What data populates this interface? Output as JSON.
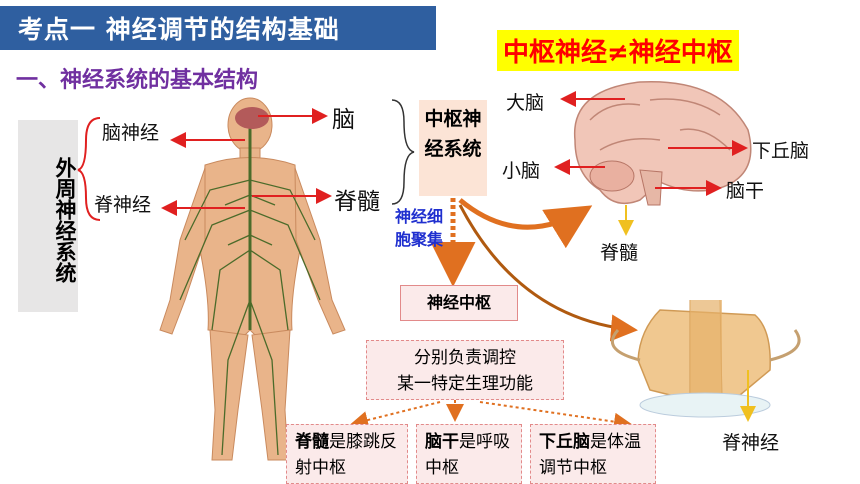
{
  "title": "考点一  神经调节的结构基础",
  "subtitle": "一、神经系统的基本结构",
  "banner": "中枢神经≠神经中枢",
  "peripheral_box": "外周神经系统",
  "body_labels": {
    "brain_nerve": "脑神经",
    "spinal_nerve": "脊神经",
    "brain": "脑",
    "spinal_cord": "脊髓"
  },
  "cns_box": "中枢神经系统",
  "neuron_cluster": "神经细胞聚集",
  "nerve_center": "神经中枢",
  "function_box": {
    "line1": "分别负责调控",
    "line2": "某一特定生理功能"
  },
  "examples": [
    {
      "bold": "脊髓",
      "rest": "是膝跳反射中枢"
    },
    {
      "bold": "脑干",
      "rest": "是呼吸中枢"
    },
    {
      "bold": "下丘脑",
      "rest": "是体温调节中枢"
    }
  ],
  "brain_labels": {
    "cerebrum": "大脑",
    "cerebellum": "小脑",
    "hypothalamus": "下丘脑",
    "brainstem": "脑干",
    "spinal_cord": "脊髓",
    "spinal_nerve": "脊神经"
  },
  "colors": {
    "title_bg": "#2f5fa0",
    "subtitle": "#7030a0",
    "banner_bg": "#ffff00",
    "banner_text": "#ff0000",
    "arrow_red": "#e02020",
    "arrow_orange": "#e07020"
  }
}
